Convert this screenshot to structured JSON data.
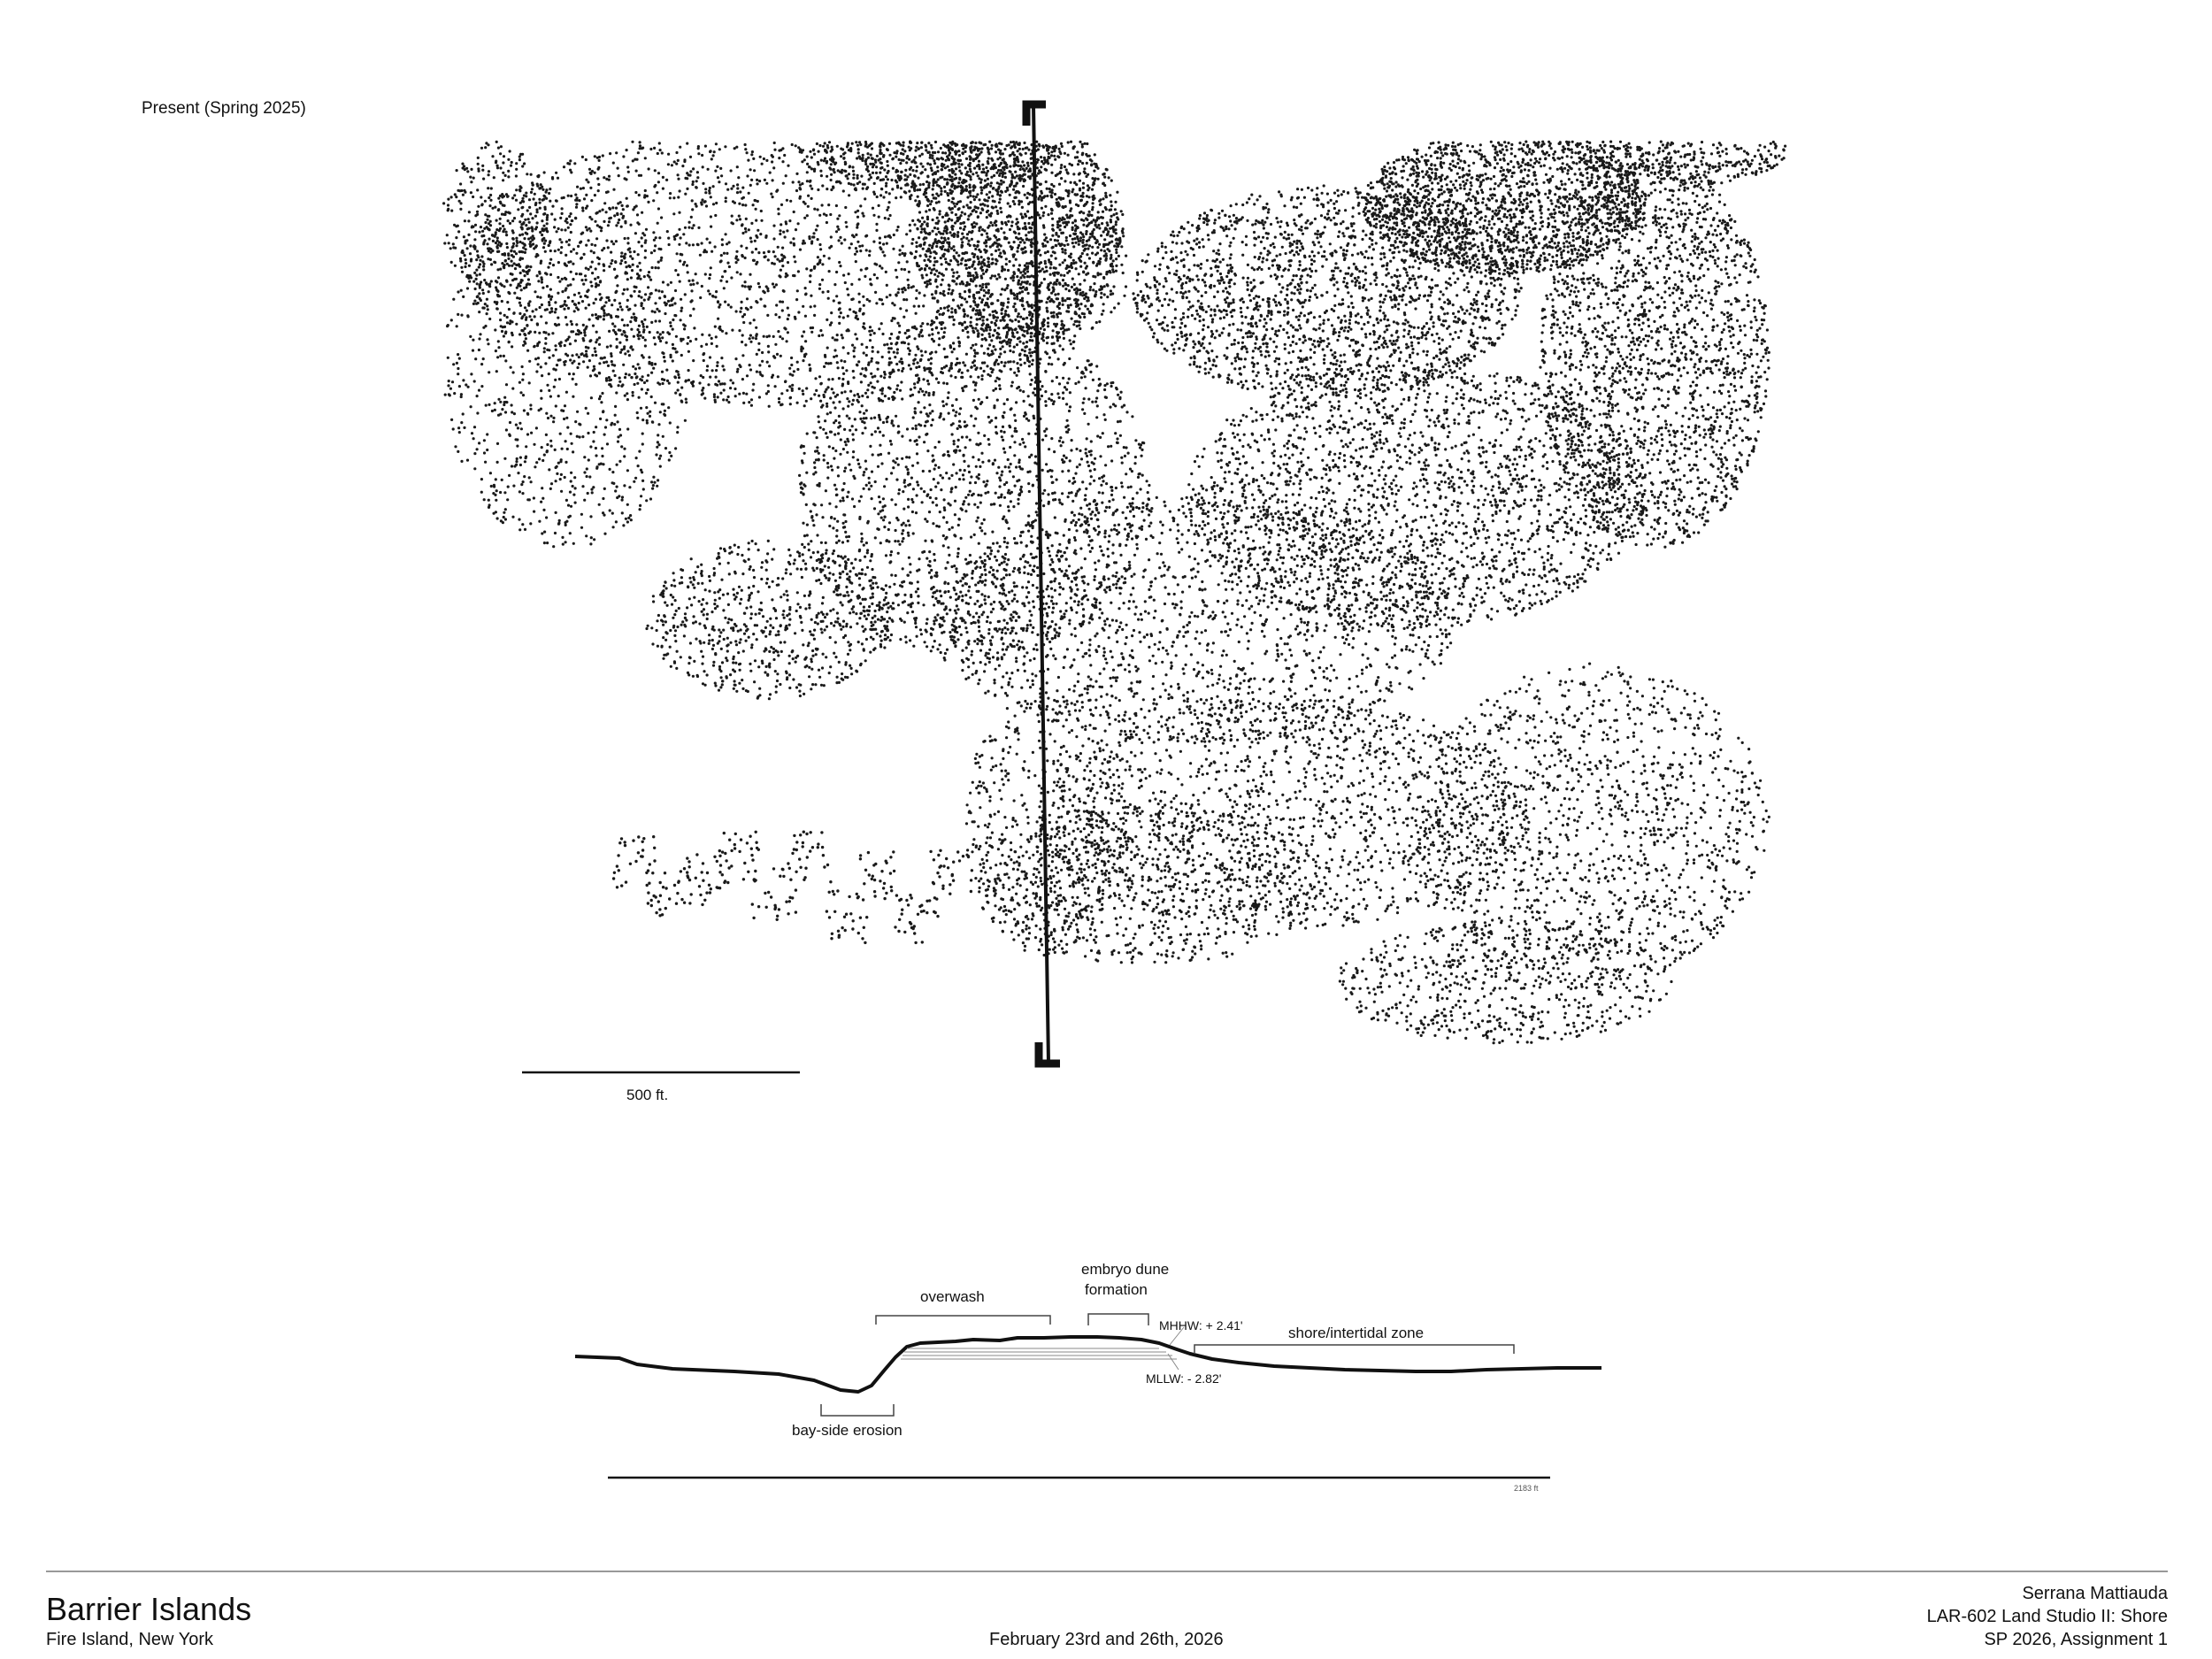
{
  "plan": {
    "label": "Present (Spring 2025)",
    "scale_label": "500 ft."
  },
  "section": {
    "labels": {
      "overwash": "overwash",
      "embryo_dune_1": "embryo dune",
      "embryo_dune_2": "formation",
      "mhhw": "MHHW: + 2.41'",
      "shore": "shore/intertidal zone",
      "mllw": "MLLW:  - 2.82'",
      "erosion": "bay-side erosion"
    },
    "scale_label": "2183 ft"
  },
  "titleblock": {
    "title": "Barrier Islands",
    "subtitle": "Fire Island, New York",
    "date": "February 23rd and 26th, 2026",
    "author": "Serrana Mattiauda",
    "course": "LAR-602 Land Studio II: Shore",
    "assignment": "SP 2026, Assignment 1"
  }
}
